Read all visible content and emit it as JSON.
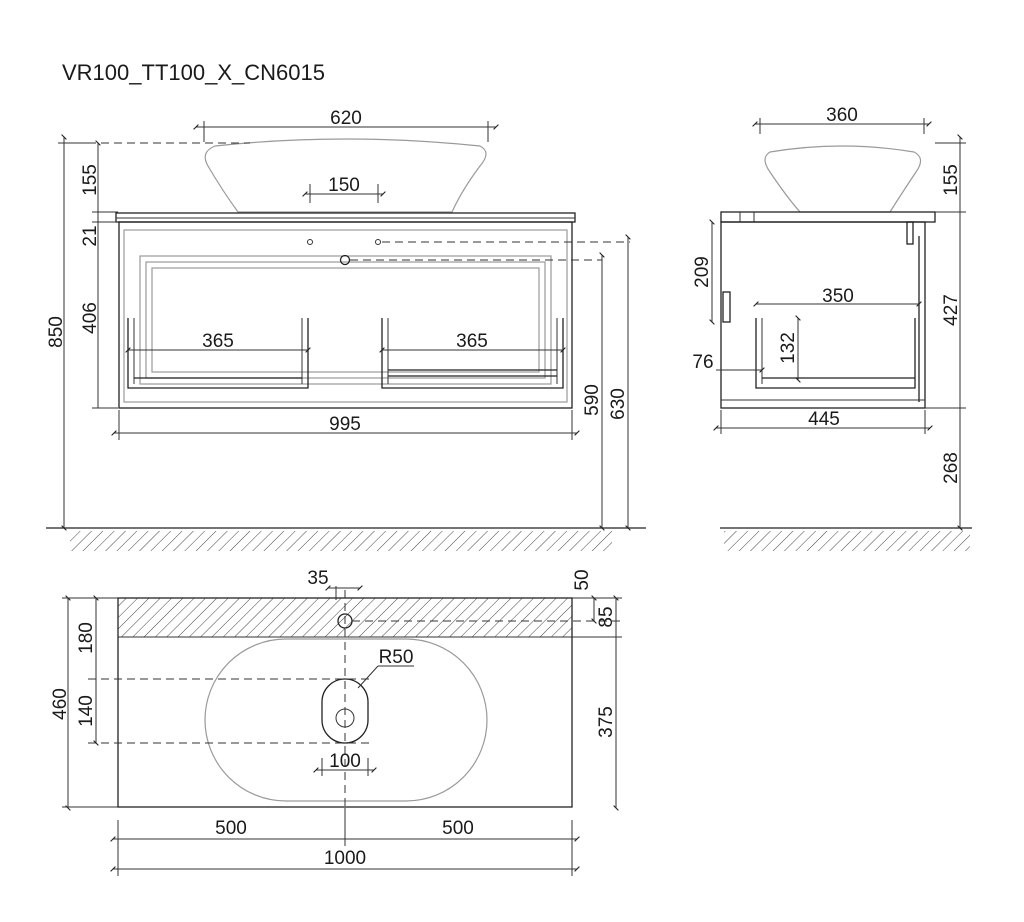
{
  "title": "VR100_TT100_X_CN6015",
  "front_view": {
    "d_620": "620",
    "d_150": "150",
    "d_155": "155",
    "d_21": "21",
    "d_406": "406",
    "d_850": "850",
    "d_365_left": "365",
    "d_365_right": "365",
    "d_995": "995",
    "d_590": "590",
    "d_630": "630"
  },
  "side_view": {
    "d_360": "360",
    "d_155": "155",
    "d_209": "209",
    "d_350": "350",
    "d_427": "427",
    "d_132": "132",
    "d_76": "76",
    "d_445": "445",
    "d_268": "268"
  },
  "top_view": {
    "d_35": "35",
    "d_50": "50",
    "d_85": "85",
    "d_180": "180",
    "d_r50": "R50",
    "d_460": "460",
    "d_140": "140",
    "d_375": "375",
    "d_100": "100",
    "d_500_left": "500",
    "d_500_right": "500",
    "d_1000": "1000"
  }
}
